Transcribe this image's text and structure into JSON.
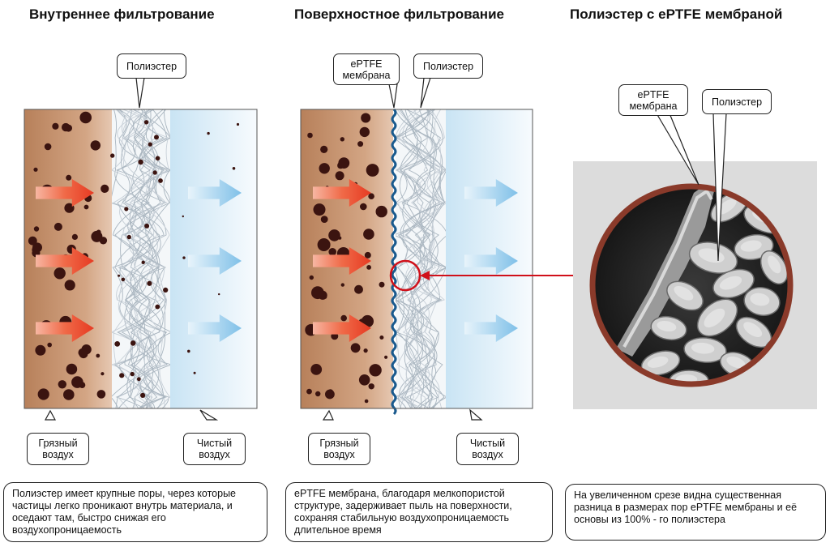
{
  "panels": {
    "left": {
      "title": "Внутреннее фильтрование"
    },
    "middle": {
      "title": "Поверхностное фильтрование"
    },
    "right": {
      "title": "Полиэстер с ePTFE мембраной"
    }
  },
  "callouts": {
    "polyester": "Полиэстер",
    "eptfe_line1": "ePTFE",
    "eptfe_line2": "мембрана",
    "dirty_line1": "Грязный",
    "dirty_line2": "воздух",
    "clean_line1": "Чистый",
    "clean_line2": "воздух"
  },
  "descriptions": {
    "left": "Полиэстер имеет крупные поры, через которые частицы легко проникают внутрь материала, и оседают там, быстро снижая его воздухопроницаемость",
    "middle": "ePTFE мембрана, благодаря мелкопористой структуре, задерживает пыль на поверхности, сохраняя стабильную воздухопроницаемость длительное время",
    "right": "На увеличенном срезе видна существенная разница в размерах пор ePTFE мембраны и её основы из 100% - го полиэстера"
  },
  "colors": {
    "dirty_air": "#c49270",
    "clean_air": "#cfe7f5",
    "arrow_in": "#e8452c",
    "arrow_out": "#8ec8ea",
    "membrane": "#1a5a8e",
    "particle": "#3b1410",
    "highlight": "#d0101a",
    "lens_rim": "#8a3a2a"
  }
}
